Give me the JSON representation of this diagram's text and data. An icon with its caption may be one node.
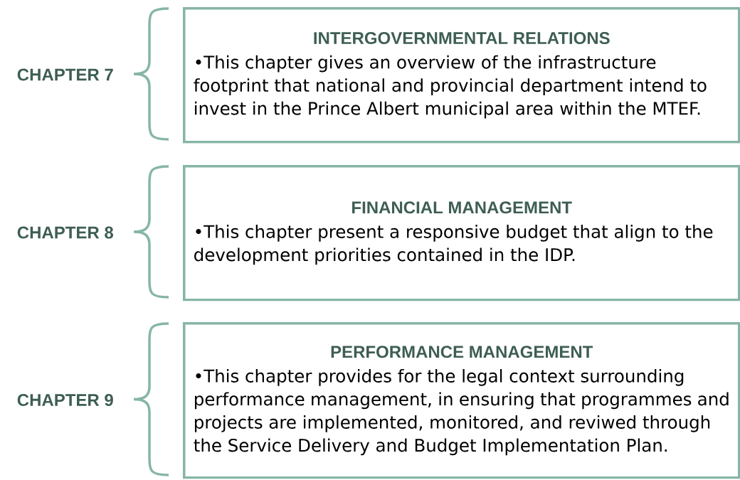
{
  "diagram": {
    "nodes": [
      {
        "text": [
          "INTERGOVERNMENTAL RELATIONS",
          "•This chapter gives an overview of the infrastructure footprint that national and provincial department intend to invest in the Prince Albert municipal area within the MTEF."
        ]
      },
      {
        "text": [
          "FINANCIAL MANAGEMENT",
          "•This chapter present a responsive budget that align to the development priorities contained in the IDP."
        ]
      },
      {
        "text": [
          "PERFORMANCE MANAGEMENT",
          "•This chapter provides for the legal context surrounding performance management, in ensuring that programmes and projects are implemented, monitored, and reviwed through the Service Delivery and Budget Implementation Plan."
        ]
      }
    ],
    "labels": [
      "CHAPTER 7",
      "CHAPTER 8",
      "CHAPTER 9"
    ]
  }
}
